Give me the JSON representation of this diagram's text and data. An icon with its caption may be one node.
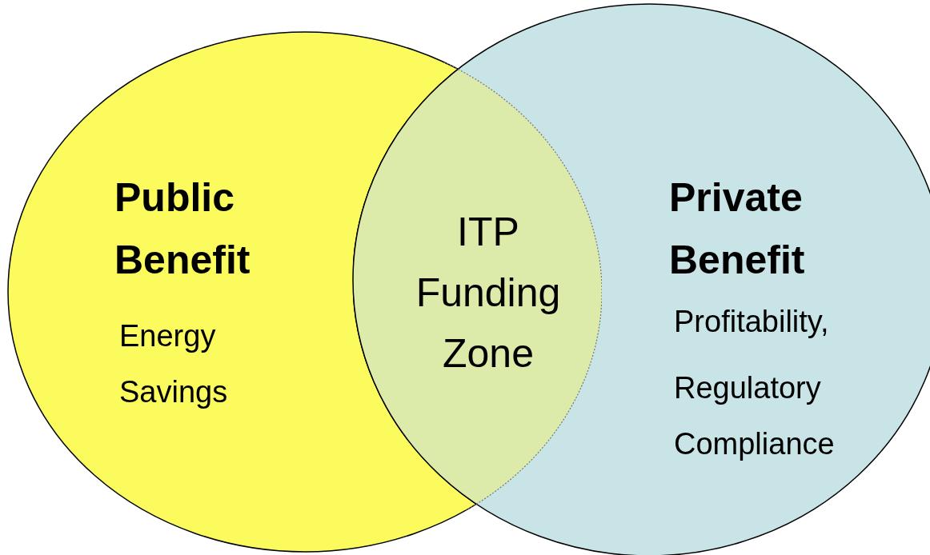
{
  "diagram": {
    "nodes": [
      {
        "text": [
          "Public Benefit",
          "Energy Savings"
        ]
      },
      {
        "text": [
          "Private Benefit",
          "Profitability,",
          "Regulatory Compliance"
        ]
      }
    ],
    "labels": [
      "ITP Funding Zone"
    ]
  }
}
